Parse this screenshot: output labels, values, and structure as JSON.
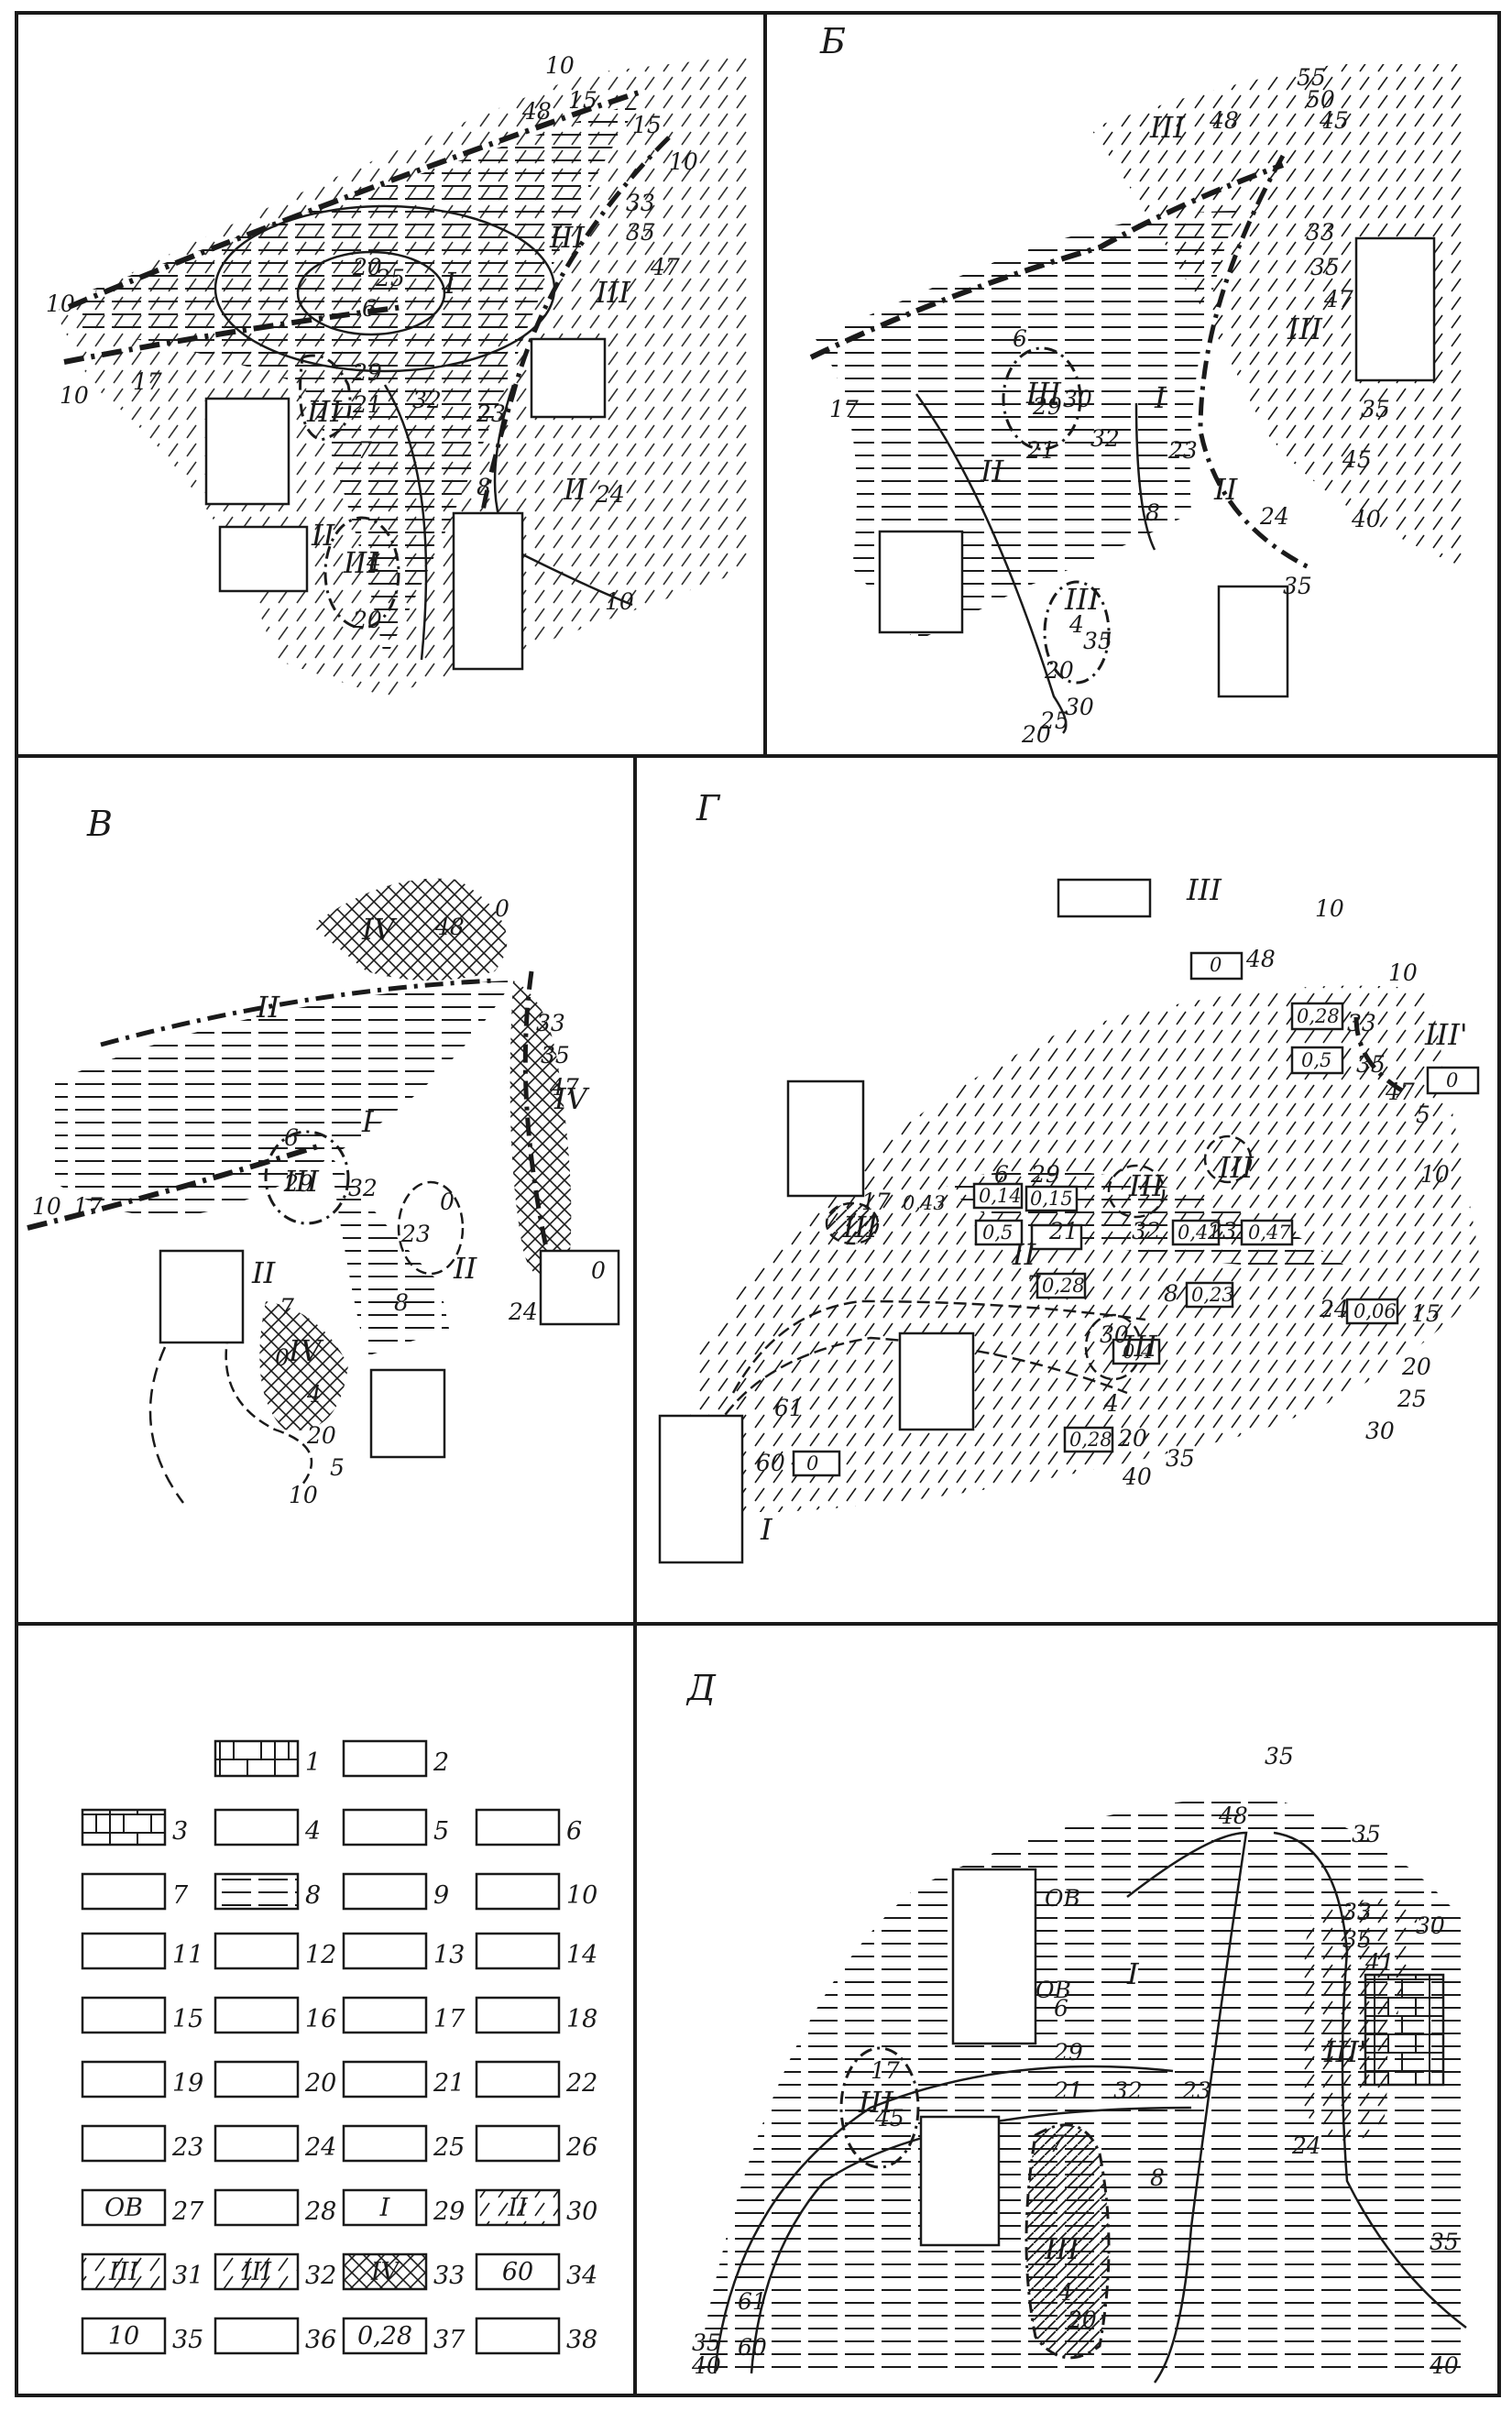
{
  "panels": {
    "A": {
      "letter": "",
      "zones": [
        "I",
        "III",
        "III",
        "III",
        "II",
        "II",
        "III"
      ],
      "isolines": [
        "10",
        "48",
        "15",
        "15",
        "10",
        "33",
        "35",
        "47",
        "10",
        "20",
        "25",
        "6",
        "29",
        "21",
        "32",
        "23",
        "17",
        "10",
        "7",
        "8",
        "24",
        "4",
        "20",
        "10"
      ]
    },
    "B": {
      "letter": "Б",
      "zones": [
        "III",
        "III",
        "I",
        "II",
        "II",
        "III",
        "III"
      ],
      "isolines": [
        "48",
        "55",
        "50",
        "45",
        "33",
        "35",
        "47",
        "35",
        "45",
        "40",
        "6",
        "17",
        "29",
        "30",
        "21",
        "32",
        "23",
        "8",
        "24",
        "4",
        "35",
        "20",
        "30",
        "25",
        "20",
        "35"
      ]
    },
    "C": {
      "letter": "В",
      "zones": [
        "IV",
        "II",
        "I",
        "IV",
        "III",
        "II",
        "II",
        "IV"
      ],
      "isolines": [
        "48",
        "0",
        "33",
        "35",
        "47",
        "6",
        "29",
        "10",
        "17",
        "32",
        "23",
        "0",
        "0",
        "24",
        "8",
        "7",
        "0",
        "4",
        "20",
        "10",
        "5"
      ]
    },
    "D": {
      "letter": "Г",
      "zones": [
        "III",
        "III",
        "III'",
        "III",
        "III",
        "II",
        "III",
        "I"
      ],
      "isolines": [
        "48",
        "10",
        "10",
        "33",
        "35",
        "47",
        "5",
        "10",
        "6",
        "29",
        "21",
        "32",
        "23",
        "17",
        "24",
        "15",
        "7",
        "8",
        "20",
        "30",
        "25",
        "4",
        "20",
        "35",
        "30",
        "61",
        "60",
        "40"
      ],
      "boxed_values": [
        "0",
        "0,28",
        "0,5",
        "0",
        "0,15",
        "0,14",
        "0,43",
        "0,5",
        "0,41",
        "0,47",
        "0,28",
        "0,23",
        "0,06",
        "0,4",
        "0,28",
        "0"
      ]
    },
    "E": {
      "letter": "Д",
      "zones": [
        "I",
        "III'",
        "III",
        "III"
      ],
      "isolines": [
        "35",
        "48",
        "35",
        "33",
        "35",
        "41",
        "30",
        "6",
        "29",
        "17",
        "21",
        "32",
        "23",
        "45",
        "7",
        "8",
        "24",
        "35",
        "4",
        "20",
        "61",
        "60",
        "35",
        "40",
        "40"
      ],
      "labels": [
        "OB",
        "OB"
      ]
    }
  },
  "legend": {
    "items": [
      "1",
      "2",
      "3",
      "4",
      "5",
      "6",
      "7",
      "8",
      "9",
      "10",
      "11",
      "12",
      "13",
      "14",
      "15",
      "16",
      "17",
      "18",
      "19",
      "20",
      "21",
      "22",
      "23",
      "24",
      "25",
      "26",
      "27",
      "28",
      "29",
      "30",
      "31",
      "32",
      "33",
      "34",
      "35",
      "36",
      "37",
      "38"
    ],
    "sample_texts": {
      "item27": "OB",
      "item29": "I",
      "item30": "II",
      "item31": "III",
      "item32": "III",
      "item33": "IV",
      "item34": "60",
      "item35": "10",
      "item37": "0,28"
    }
  },
  "colors": {
    "ink": "#1a1a1a",
    "paper": "#ffffff"
  }
}
